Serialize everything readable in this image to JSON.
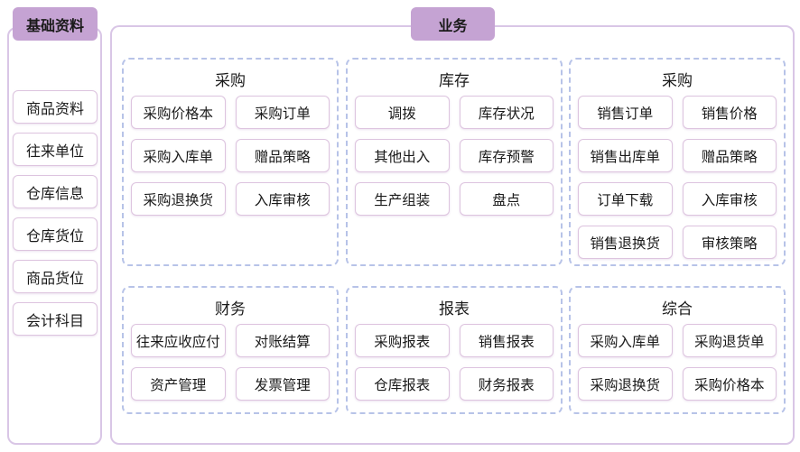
{
  "sidebar": {
    "title": "基础资料",
    "items": [
      "商品资料",
      "往来单位",
      "仓库信息",
      "仓库货位",
      "商品货位",
      "会计科目"
    ]
  },
  "main": {
    "title": "业务",
    "sections": [
      {
        "title": "采购",
        "items": [
          "采购价格本",
          "采购订单",
          "采购入库单",
          "赠品策略",
          "采购退换货",
          "入库审核"
        ]
      },
      {
        "title": "库存",
        "items": [
          "调拨",
          "库存状况",
          "其他出入",
          "库存预警",
          "生产组装",
          "盘点"
        ]
      },
      {
        "title": "采购",
        "items": [
          "销售订单",
          "销售价格",
          "销售出库单",
          "赠品策略",
          "订单下载",
          "入库审核",
          "销售退换货",
          "审核策略"
        ]
      },
      {
        "title": "财务",
        "items": [
          "往来应收应付",
          "对账结算",
          "资产管理",
          "发票管理"
        ]
      },
      {
        "title": "报表",
        "items": [
          "采购报表",
          "销售报表",
          "仓库报表",
          "财务报表"
        ]
      },
      {
        "title": "综合",
        "items": [
          "采购入库单",
          "采购退货单",
          "采购退换货",
          "采购价格本"
        ]
      }
    ]
  },
  "colors": {
    "header_fill": "#c5a3d3",
    "panel_border": "#d9c6e6",
    "node_border": "#ddc4df",
    "section_dashed_border": "#b7c3e8",
    "text": "#1a1a1a",
    "background": "#ffffff"
  }
}
